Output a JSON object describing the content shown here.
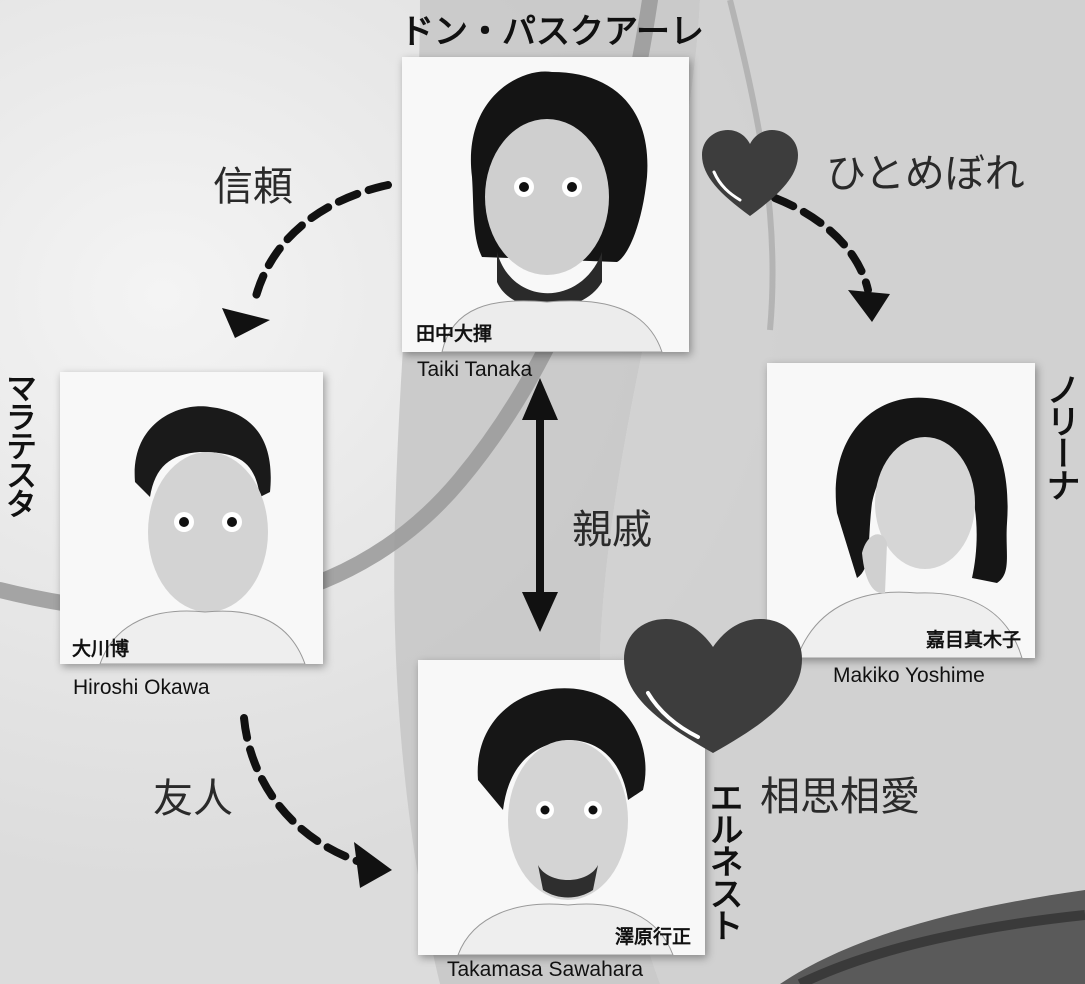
{
  "roles": {
    "top": "ドン・パスクアーレ",
    "left": "マラテスタ",
    "right": "ノリーナ",
    "bottom": "エルネスト"
  },
  "cast": {
    "top": {
      "name_jp": "田中大揮",
      "name_en": "Taiki Tanaka"
    },
    "left": {
      "name_jp": "大川博",
      "name_en": "Hiroshi Okawa"
    },
    "right": {
      "name_jp": "嘉目真木子",
      "name_en": "Makiko Yoshime"
    },
    "bottom": {
      "name_jp": "澤原行正",
      "name_en": "Takamasa Sawahara"
    }
  },
  "relations": {
    "trust": "信頼",
    "crush": "ひとめぼれ",
    "relatives": "親戚",
    "friend": "友人",
    "mutual_love": "相思相愛"
  },
  "colors": {
    "heart": "#3d3d3d",
    "arc": "#9c9c9c",
    "background": "#d9d9d9"
  }
}
